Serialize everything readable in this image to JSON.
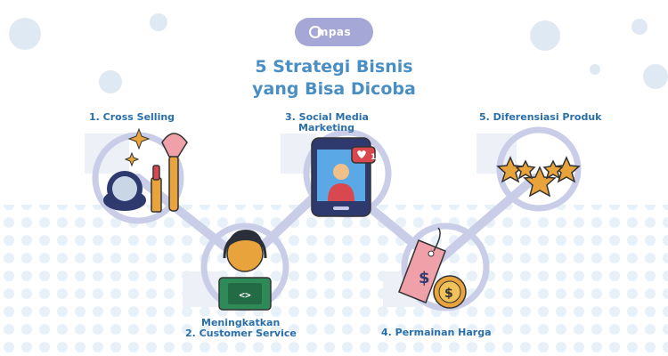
{
  "logo": {
    "text": "mpas",
    "accent": "#a5a8d6"
  },
  "title": {
    "line1": "5 Strategi Bisnis",
    "line2": "yang Bisa Dicoba"
  },
  "strategies": [
    {
      "label": "1.  Cross Selling",
      "icon": "cosmetics-icon"
    },
    {
      "label_line1": "Meningkatkan",
      "label_line2": "2.  Customer Service",
      "icon": "customer-service-agent-icon"
    },
    {
      "label_line1": "3.  Social Media",
      "label_line2": "Marketing",
      "icon": "smartphone-social-media-icon",
      "badge": "1"
    },
    {
      "label": "4.  Permainan Harga",
      "icon": "price-tag-coin-icon",
      "symbol": "$"
    },
    {
      "label": "5.  Diferensiasi Produk",
      "icon": "stars-rating-icon"
    }
  ],
  "colors": {
    "title": "#4a8fc4",
    "label": "#2a6fa8",
    "decor": "#c9cde8",
    "dots": "#e8f1f8"
  }
}
